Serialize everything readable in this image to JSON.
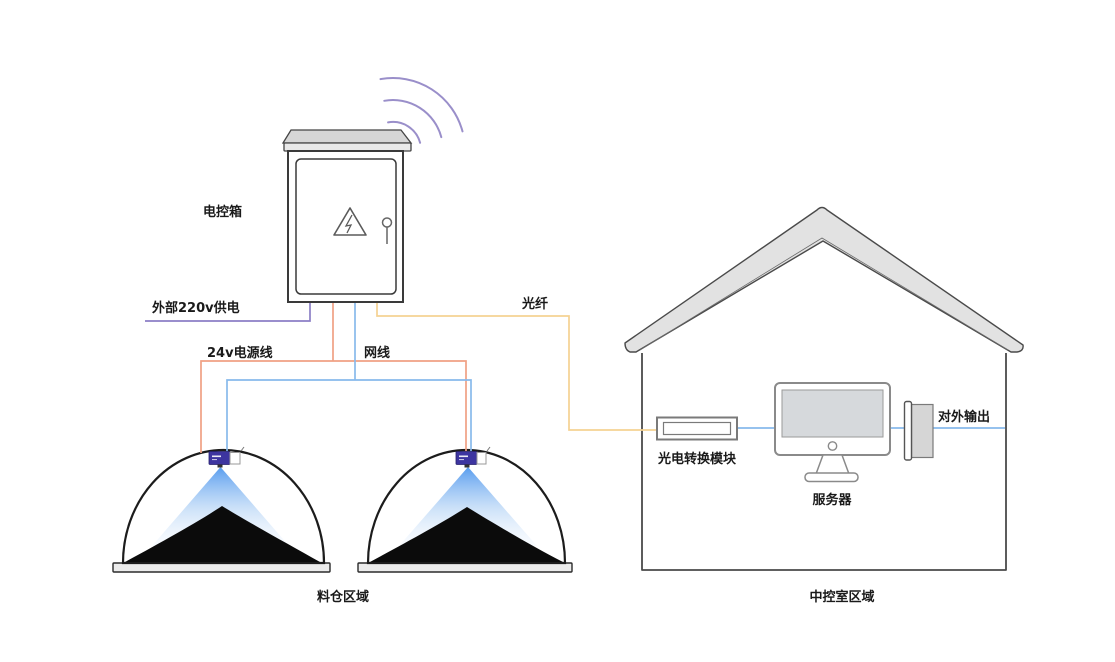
{
  "diagram": {
    "background": "#ffffff",
    "control_box": {
      "label": "电控箱"
    },
    "wires": {
      "external_power": {
        "label": "外部220v供电",
        "color": "#8c7fc6"
      },
      "power_24v": {
        "label": "24v电源线",
        "color": "#f0a184"
      },
      "network": {
        "label": "网线",
        "color": "#88baec"
      },
      "fiber": {
        "label": "光纤",
        "color": "#f5d292"
      },
      "data_link": {
        "color": "#88baec"
      },
      "wifi": {
        "color": "#9a8fca"
      }
    },
    "silo_area": {
      "label": "料仓区域",
      "silo_count": 2,
      "scanner_color": "#3d35a0",
      "beam_color": "#4f97ee",
      "pile_color": "#0b0b0b"
    },
    "control_room": {
      "label": "中控室区域",
      "optical_module": {
        "label": "光电转换模块"
      },
      "server": {
        "label": "服务器"
      },
      "external_output": {
        "label": "对外输出"
      }
    },
    "icons": {
      "wifi_signal": "three-concentric-arcs",
      "high_voltage_warning": "triangle-with-lightning-bolt",
      "door_handle": "circle-with-stem",
      "laser_scanner": "small-purple-box",
      "server_monitor": "desktop-display-with-stand"
    }
  }
}
